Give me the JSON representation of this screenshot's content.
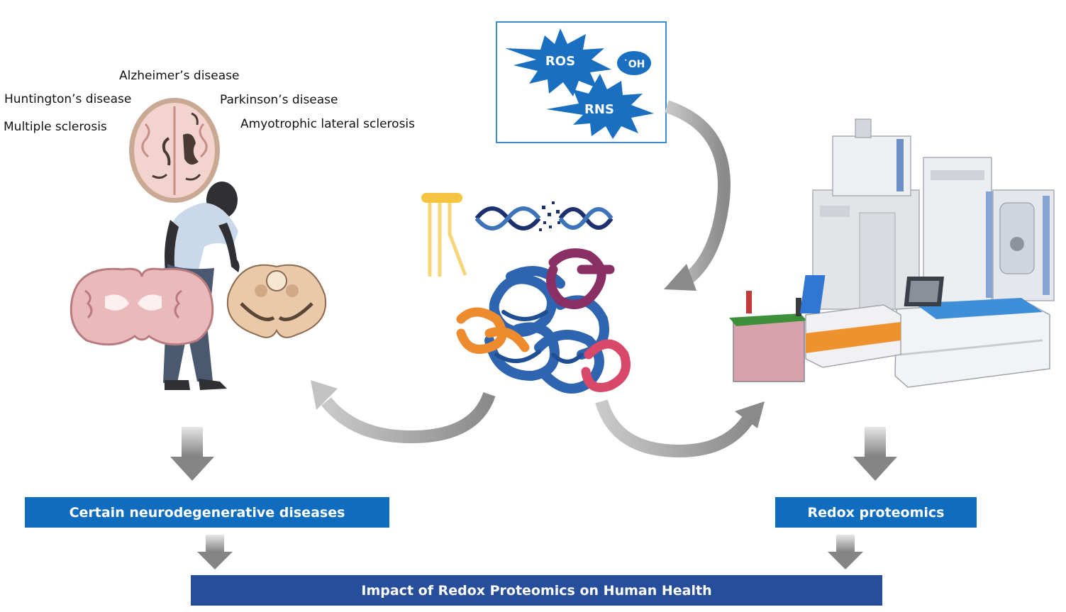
{
  "diseases": {
    "alzheimers": "Alzheimer’s disease",
    "huntingtons": "Huntington’s disease",
    "parkinsons": "Parkinson’s disease",
    "multiple_sclerosis": "Multiple sclerosis",
    "als": "Amyotrophic lateral sclerosis"
  },
  "reactive_species": {
    "ros": "ROS",
    "oh": "˙OH",
    "rns": "RNS"
  },
  "boxes": {
    "neuro": "Certain neurodegenerative diseases",
    "redox": "Redox proteomics",
    "impact": "Impact of Redox Proteomics on Human Health"
  },
  "colors": {
    "box_blue": "#0f6cbf",
    "impact_blue": "#274e9a",
    "star_blue": "#1a6fc0",
    "arrow_gray": "#9a9a9a"
  },
  "icons": [
    "brain-scan-icon",
    "elderly-person-icon",
    "brain-section-icon",
    "brainstem-section-icon",
    "lipid-icon",
    "dna-icon",
    "protein-icon",
    "mass-spectrometer-icon",
    "electrophoresis-tank-icon",
    "gel-imager-icon",
    "analyzer-icon"
  ]
}
